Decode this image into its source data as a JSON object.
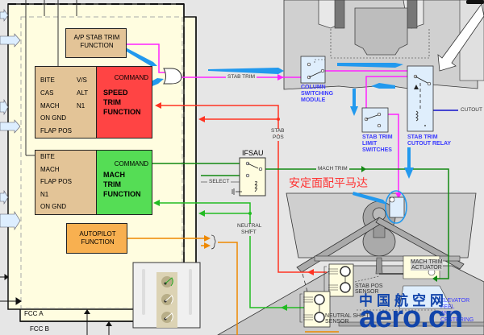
{
  "diagram": {
    "title_cn": "安定面配平马达",
    "fcc": {
      "fcc_a": "FCC A",
      "fcc_b": "FCC B"
    },
    "ap_stab_trim": {
      "line1": "A/P STAB TRIM",
      "line2": "FUNCTION"
    },
    "speed_trim": {
      "inputs_left": [
        "BITE",
        "CAS",
        "MACH",
        "ON GND",
        "FLAP POS"
      ],
      "inputs_right": [
        "V/S",
        "ALT",
        "N1"
      ],
      "command": "COMMAND",
      "name_lines": [
        "SPEED",
        "TRIM",
        "FUNCTION"
      ]
    },
    "mach_trim": {
      "inputs": [
        "BITE",
        "MACH",
        "FLAP POS",
        "N1",
        "ON GND"
      ],
      "command": "COMMAND",
      "name_lines": [
        "MACH",
        "TRIM",
        "FUNCTION"
      ]
    },
    "autopilot": {
      "line1": "AUTOPILOT",
      "line2": "FUNCTION"
    },
    "signals": {
      "stab_trim": "STAB TRIM",
      "stab_pos_line1": "STAB",
      "stab_pos_line2": "POS",
      "select": "SELECT",
      "mach_trim": "MACH TRIM",
      "neutral_shift_line1": "NEUTRAL",
      "neutral_shift_line2": "SHIFT",
      "cutout": "CUTOUT"
    },
    "ifsau": "IFSAU",
    "components": {
      "column_switching": [
        "COLUMN",
        "SWITCHING",
        "MODULE"
      ],
      "limit_switches": [
        "STAB TRIM",
        "LIMIT",
        "SWITCHES"
      ],
      "cutout_relay": [
        "STAB TRIM",
        "CUTOUT RELAY"
      ],
      "mach_trim_actuator": [
        "MACH TRIM",
        "ACTUATOR"
      ],
      "stab_pos_sensor": [
        "STAB POS",
        "SENSOR"
      ],
      "neutral_shift_sensor": [
        "NEUTRAL SHIFT",
        "SENSOR"
      ],
      "elevator_feel": [
        "ELEVATOR FEEL",
        "AND CENTERING"
      ]
    },
    "watermark": {
      "cn": "中国航空网",
      "en": "aero.cn"
    },
    "colors": {
      "speed_trim": "#ff4444",
      "mach_trim": "#55dd55",
      "input_panel": "#e3c497",
      "autopilot": "#f8b050",
      "fcc_bg": "#fffde0",
      "stab_trim_line": "#ff22ff",
      "stab_pos_line": "#ff3322",
      "mach_line": "#118811",
      "neutral_line": "#22bb22",
      "autopilot_line": "#ee8800",
      "cutout_line": "#1111cc",
      "callout": "#2299ee",
      "component_text": "#3a3aff",
      "watermark": "#1144aa"
    }
  }
}
